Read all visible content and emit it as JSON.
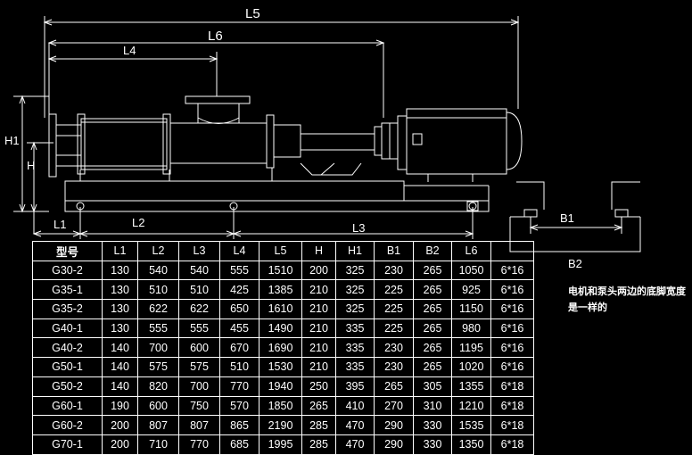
{
  "dimensions": {
    "L5": "L5",
    "L6": "L6",
    "L4": "L4",
    "H1": "H1",
    "H": "H",
    "L1": "L1",
    "L2": "L2",
    "L3": "L3",
    "B1": "B1",
    "B2": "B2"
  },
  "table": {
    "headers": [
      "型号",
      "L1",
      "L2",
      "L3",
      "L4",
      "L5",
      "H",
      "H1",
      "B1",
      "B2",
      "L6",
      ""
    ],
    "rows": [
      [
        "G30-2",
        "130",
        "540",
        "540",
        "555",
        "1510",
        "200",
        "325",
        "230",
        "265",
        "1050",
        "6*16"
      ],
      [
        "G35-1",
        "130",
        "510",
        "510",
        "425",
        "1385",
        "210",
        "325",
        "225",
        "265",
        "925",
        "6*16"
      ],
      [
        "G35-2",
        "130",
        "622",
        "622",
        "650",
        "1610",
        "210",
        "325",
        "225",
        "265",
        "1150",
        "6*16"
      ],
      [
        "G40-1",
        "130",
        "555",
        "555",
        "455",
        "1490",
        "210",
        "335",
        "225",
        "265",
        "980",
        "6*16"
      ],
      [
        "G40-2",
        "140",
        "700",
        "600",
        "670",
        "1690",
        "210",
        "335",
        "230",
        "265",
        "1195",
        "6*16"
      ],
      [
        "G50-1",
        "140",
        "575",
        "575",
        "510",
        "1530",
        "210",
        "335",
        "230",
        "265",
        "1020",
        "6*16"
      ],
      [
        "G50-2",
        "140",
        "820",
        "700",
        "770",
        "1940",
        "250",
        "395",
        "265",
        "305",
        "1355",
        "6*18"
      ],
      [
        "G60-1",
        "190",
        "600",
        "750",
        "570",
        "1850",
        "265",
        "410",
        "270",
        "310",
        "1210",
        "6*18"
      ],
      [
        "G60-2",
        "200",
        "807",
        "807",
        "865",
        "2190",
        "285",
        "470",
        "290",
        "330",
        "1535",
        "6*18"
      ],
      [
        "G70-1",
        "200",
        "710",
        "770",
        "685",
        "1995",
        "285",
        "470",
        "290",
        "330",
        "1350",
        "6*18"
      ]
    ]
  },
  "note": "电机和泵头两边的底脚宽度是一样的"
}
